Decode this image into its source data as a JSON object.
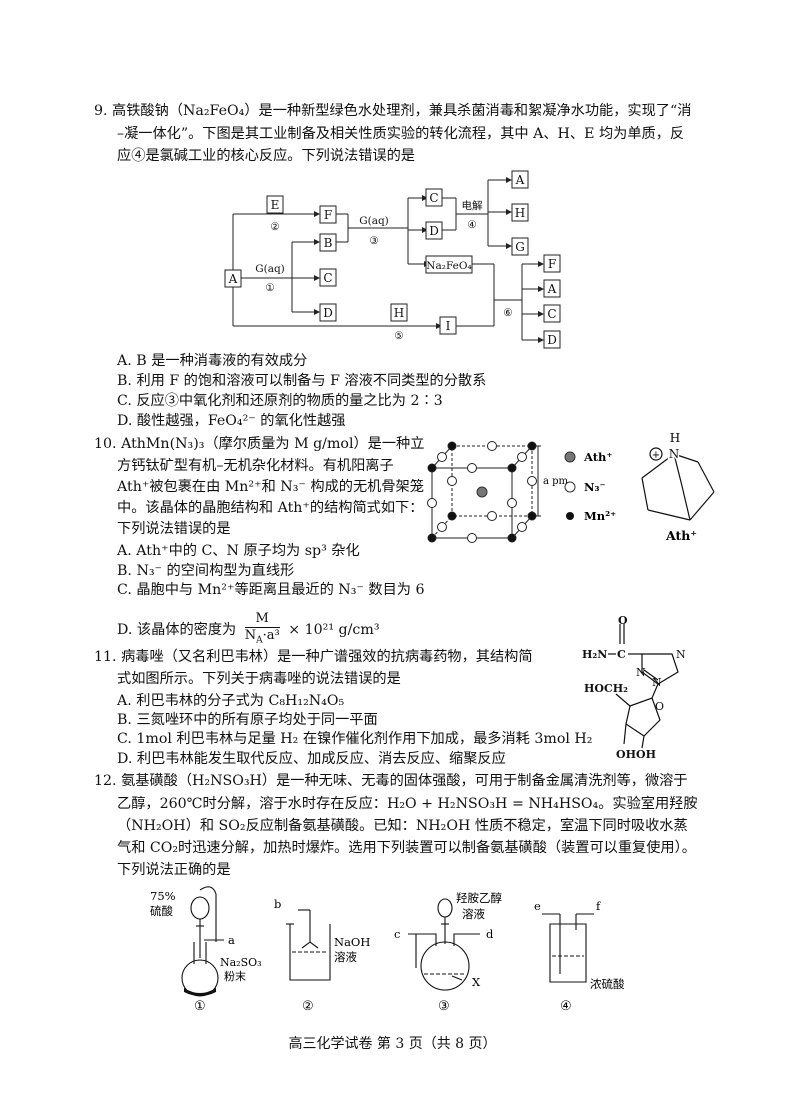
{
  "q9": {
    "line1": "9.  高铁酸钠（Na₂FeO₄）是一种新型绿色水处理剂，兼具杀菌消毒和絮凝净水功能，实现了“消",
    "line2": "–凝一体化”。下图是其工业制备及相关性质实验的转化流程，其中 A、H、E 均为单质，反",
    "line3": "应④是氯碱工业的核心反应。下列说法错误的是",
    "flow": {
      "nodes": [
        "A",
        "B",
        "C",
        "D",
        "E",
        "F",
        "G",
        "H",
        "I",
        "Na₂FeO₄"
      ],
      "edge_labels": [
        "G(aq)",
        "①",
        "②",
        "G(aq)",
        "③",
        "电解",
        "④",
        "⑤",
        "⑥"
      ]
    },
    "options": [
      "A.  B 是一种消毒液的有效成分",
      "B.  利用 F 的饱和溶液可以制备与 F 溶液不同类型的分散系",
      "C.  反应③中氧化剂和还原剂的物质的量之比为 2∶3",
      "D.  酸性越强，FeO₄²⁻ 的氧化性越强"
    ]
  },
  "q10": {
    "line1": "10.  AthMn(N₃)₃（摩尔质量为 M g/mol）是一种立",
    "line2": "方钙钛矿型有机–无机杂化材料。有机阳离子",
    "line3": "Ath⁺被包裹在由 Mn²⁺和 N₃⁻ 构成的无机骨架笼",
    "line4": "中。该晶体的晶胞结构和 Ath⁺的结构简式如下：",
    "line5": "下列说法错误的是",
    "cell_labels": {
      "edge": "a pm",
      "ath": "Ath⁺",
      "n3": "N₃⁻",
      "mn": "Mn²⁺",
      "struct_label": "Ath⁺",
      "struct_N": "N",
      "struct_H": "H",
      "struct_plus": "+"
    },
    "options": [
      "A.  Ath⁺中的 C、N 原子均为 sp³ 杂化",
      "B.  N₃⁻ 的空间构型为直线形",
      "C.  晶胞中与 Mn²⁺等距离且最近的 N₃⁻ 数目为 6"
    ],
    "optD_prefix": "D.  该晶体的密度为",
    "optD_num": "M",
    "optD_den": "N",
    "optD_den_sub": "A",
    "optD_den_tail": "·a³",
    "optD_suffix": "× 10²¹ g/cm³"
  },
  "q11": {
    "line1": "11.  病毒唑（又名利巴韦林）是一种广谱强效的抗病毒药物，其结构简",
    "line2": "式如图所示。下列关于病毒唑的说法错误的是",
    "struct_labels": {
      "o": "O",
      "h2n": "H₂N",
      "c": "C",
      "n1": "N",
      "n2": "N",
      "n3": "N",
      "hoch2": "HOCH₂",
      "ring_o": "O",
      "oh1": "OH",
      "oh2": "OH"
    },
    "options": [
      "A.  利巴韦林的分子式为 C₈H₁₂N₄O₅",
      "B.  三氮唑环中的所有原子均处于同一平面",
      "C.  1mol 利巴韦林与足量 H₂ 在镍作催化剂作用下加成，最多消耗 3mol H₂",
      "D.  利巴韦林能发生取代反应、加成反应、消去反应、缩聚反应"
    ]
  },
  "q12": {
    "line1": "12.  氨基磺酸（H₂NSO₃H）是一种无味、无毒的固体强酸，可用于制备金属清洗剂等，微溶于",
    "line2": "乙醇，260℃时分解，溶于水时存在反应：H₂O + H₂NSO₃H = NH₄HSO₄。实验室用羟胺",
    "line3": "（NH₂OH）和 SO₂反应制备氨基磺酸。已知：NH₂OH 性质不稳定，室温下同时吸收水蒸",
    "line4": "气和 CO₂时迅速分解，加热时爆炸。选用下列装置可以制备氨基磺酸（装置可以重复使用）。",
    "line5": "下列说法正确的是",
    "apparatus": {
      "a1_label1": "75%",
      "a1_label2": "硫酸",
      "a1_port": "a",
      "a1_solid1": "Na₂SO₃",
      "a1_solid2": "粉末",
      "a1_num": "①",
      "a2_port": "b",
      "a2_label1": "NaOH",
      "a2_label2": "溶液",
      "a2_num": "②",
      "a3_label1": "羟胺乙醇",
      "a3_label2": "溶液",
      "a3_port_c": "c",
      "a3_port_d": "d",
      "a3_x": "X",
      "a3_num": "③",
      "a4_port_e": "e",
      "a4_port_f": "f",
      "a4_label": "浓硫酸",
      "a4_num": "④"
    }
  },
  "footer": "高三化学试卷    第 3 页（共 8 页）"
}
